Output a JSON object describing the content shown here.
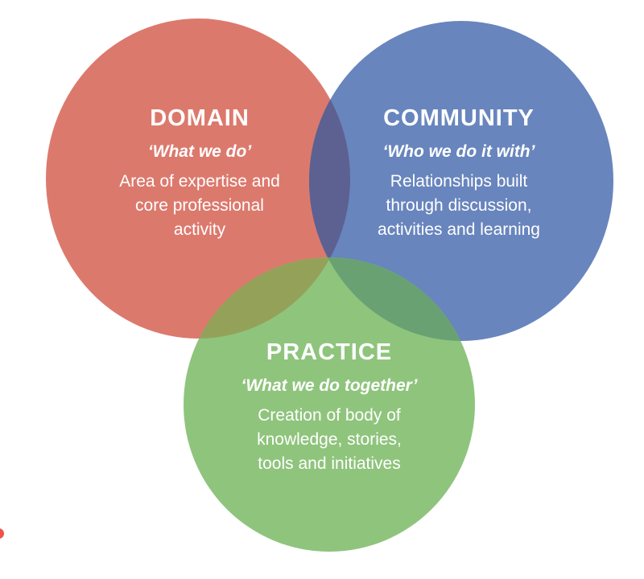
{
  "diagram": {
    "type": "venn",
    "background_color": "#ffffff",
    "text_color": "#ffffff",
    "circles": [
      {
        "id": "domain",
        "label": "DOMAIN",
        "tagline": "‘What we do’",
        "description": "Area of expertise and\ncore professional\nactivity",
        "color": "#DC796D"
      },
      {
        "id": "community",
        "label": "COMMUNITY",
        "tagline": "‘Who we do it with’",
        "description": "Relationships built\nthrough discussion,\nactivities and learning",
        "color": "#6885BD"
      },
      {
        "id": "practice",
        "label": "PRACTICE",
        "tagline": "‘What we do together’",
        "description": "Creation of body of\nknowledge, stories,\ntools and initiatives",
        "color": "#8FC47D"
      }
    ],
    "overlap_colors": {
      "domain_community": "#5C6191",
      "domain_practice": "#94A259",
      "community_practice": "#6AA173"
    },
    "edge_mark_color": "#EF5349"
  }
}
